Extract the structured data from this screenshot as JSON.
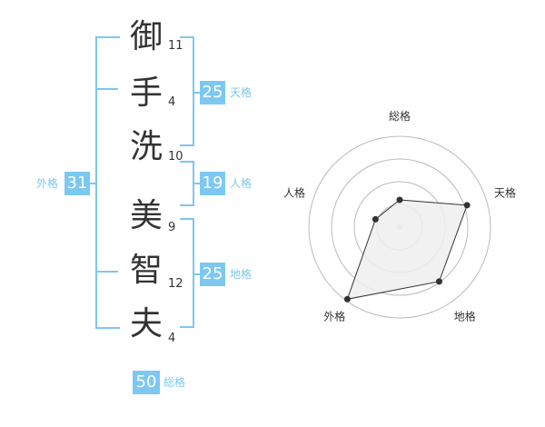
{
  "name_chars": [
    {
      "char": "御",
      "strokes": "11"
    },
    {
      "char": "手",
      "strokes": "4"
    },
    {
      "char": "洗",
      "strokes": "10"
    },
    {
      "char": "美",
      "strokes": "9"
    },
    {
      "char": "智",
      "strokes": "12"
    },
    {
      "char": "夫",
      "strokes": "4"
    }
  ],
  "scores": {
    "tenkaku": {
      "value": "25",
      "label": "天格"
    },
    "jinkaku": {
      "value": "19",
      "label": "人格"
    },
    "chikaku": {
      "value": "25",
      "label": "地格"
    },
    "gaikaku": {
      "value": "31",
      "label": "外格"
    },
    "soukaku": {
      "value": "50",
      "label": "総格"
    }
  },
  "chart_data": {
    "type": "radar",
    "axes": [
      "総格",
      "天格",
      "地格",
      "外格",
      "人格"
    ],
    "values": [
      0.3,
      0.78,
      0.74,
      0.98,
      0.28
    ],
    "rings": 4,
    "colors": {
      "fill": "#eeeeee",
      "line": "#333333",
      "grid": "#bbbbbb",
      "center": "#cccccc",
      "accent": "#7cc8f0"
    }
  }
}
